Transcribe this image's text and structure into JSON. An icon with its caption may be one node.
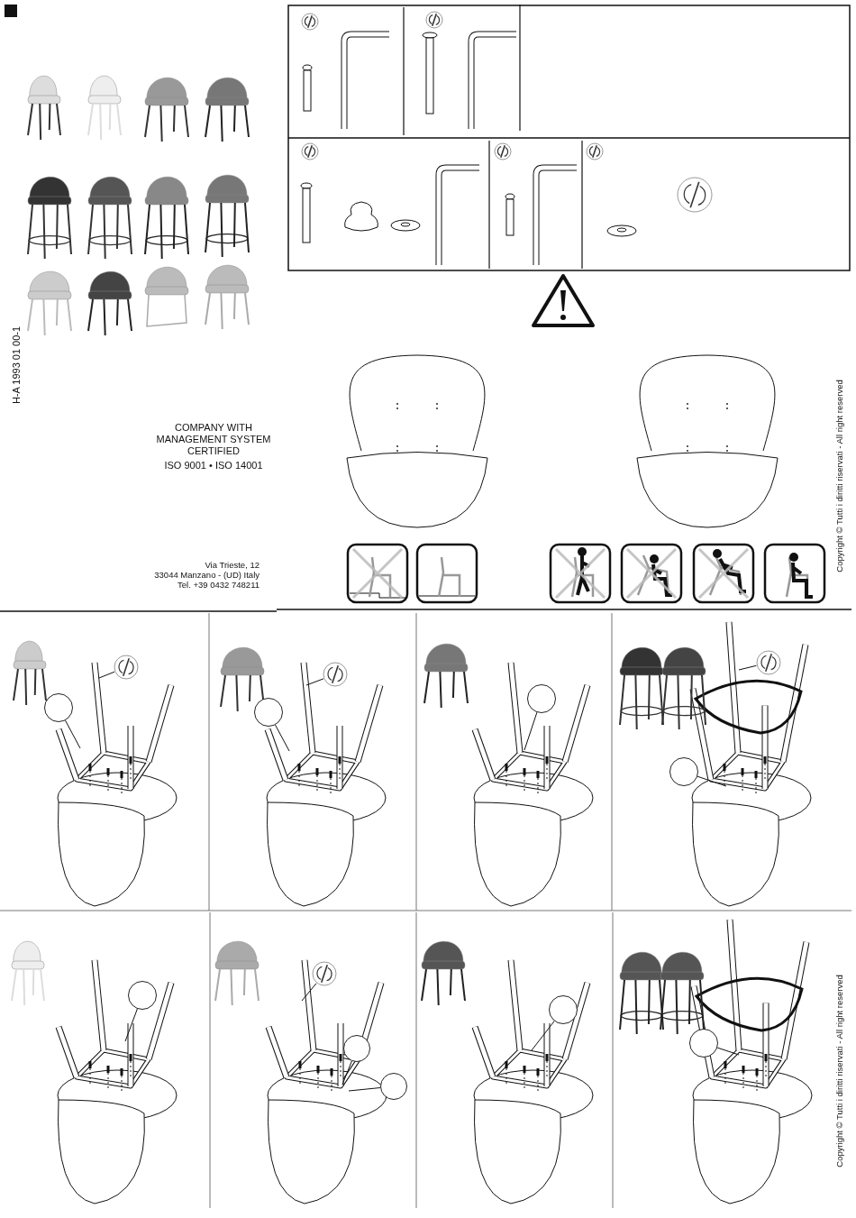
{
  "diagram": {
    "nodes": [
      {
        "text": [],
        "shape": "picture"
      },
      {
        "text": [],
        "shape": "circle"
      },
      {
        "text": [],
        "shape": "picture"
      },
      {
        "text": [],
        "shape": "circle"
      },
      {
        "text": [],
        "shape": "circle"
      },
      {
        "text": [],
        "shape": "picture"
      },
      {
        "text": [],
        "shape": "circle"
      },
      {
        "text": [],
        "shape": "circle"
      },
      {
        "text": [],
        "shape": "picture"
      },
      {
        "text": [],
        "shape": "circle"
      },
      {
        "text": [],
        "shape": "circle"
      },
      {
        "text": [],
        "shape": "circle"
      },
      {
        "text": [],
        "shape": "circle"
      }
    ],
    "edges": [
      {
        "from": 0,
        "to": null,
        "arrow": "none"
      },
      {
        "from": 1,
        "to": null,
        "arrow": "none"
      },
      {
        "from": 2,
        "to": null,
        "arrow": "none"
      },
      {
        "from": 3,
        "to": null,
        "arrow": "none"
      },
      {
        "from": 4,
        "to": null,
        "arrow": "none"
      },
      {
        "from": 5,
        "to": null,
        "arrow": "none"
      },
      {
        "from": 6,
        "to": null,
        "arrow": "none"
      },
      {
        "from": 7,
        "to": null,
        "arrow": "none"
      },
      {
        "from": 8,
        "to": null,
        "arrow": "none"
      },
      {
        "from": 9,
        "to": null,
        "arrow": "none"
      },
      {
        "from": 10,
        "to": null,
        "arrow": "none"
      },
      {
        "from": 11,
        "to": null,
        "arrow": "none"
      },
      {
        "from": 12,
        "to": null,
        "arrow": "none"
      }
    ],
    "labels": [
      "H-A 1993 01 00-1",
      "COMPANY WITH MANAGEMENT SYSTEM CERTIFIED",
      "ISO 9001 • ISO 14001",
      "Via Trieste, 12",
      "33044 Manzano - (UD) Italy",
      "Tel. +39 0432 748211",
      "Copyright © Tutti i diritti riservati - All right reserved",
      "Copyright © Tutti i diritti riservati - All right reserved"
    ]
  }
}
